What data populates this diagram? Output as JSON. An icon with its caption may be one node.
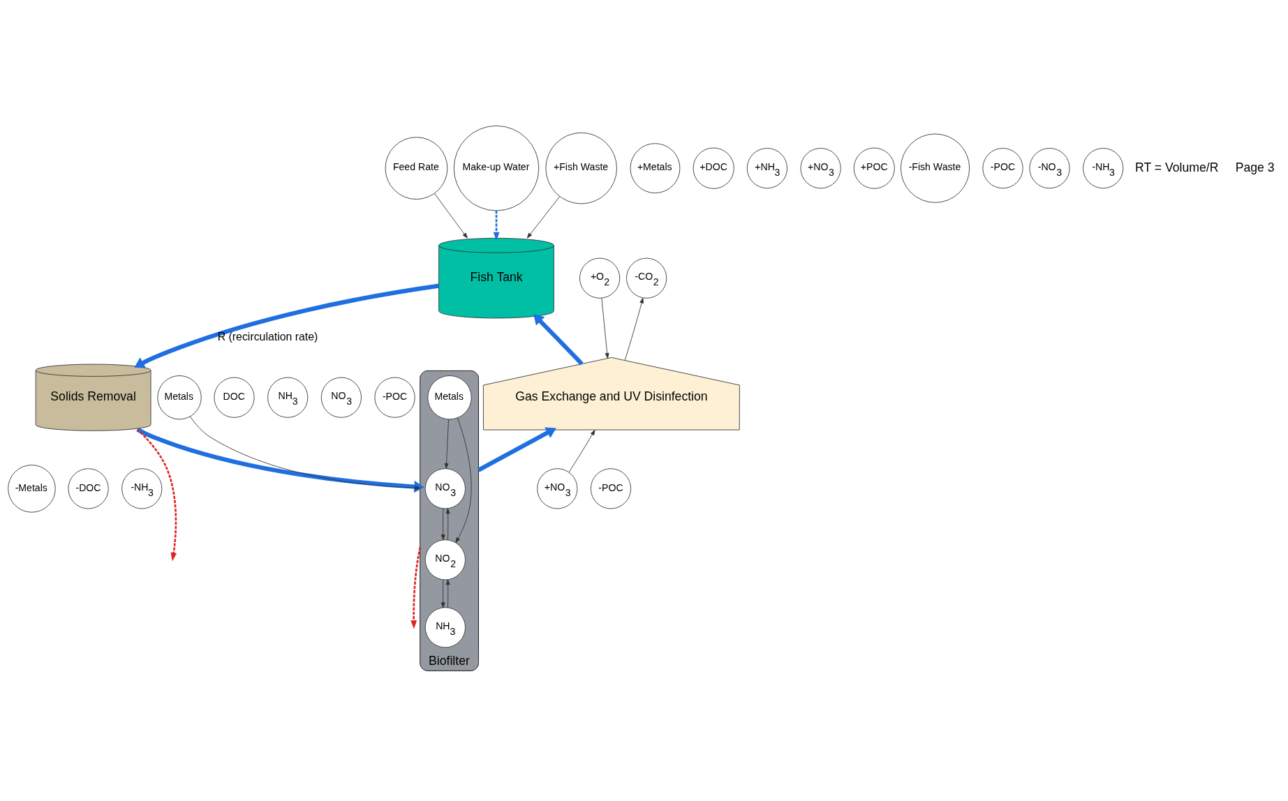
{
  "diagram": {
    "nodes": [
      {
        "text": [
          "Feed Rate"
        ]
      },
      {
        "text": [
          "Make-up Water"
        ]
      },
      {
        "text": [
          "Fish Tank"
        ]
      },
      {
        "text": [
          "+Fish Waste"
        ]
      },
      {
        "text": [
          "+Metals"
        ]
      },
      {
        "text": [
          "+DOC"
        ]
      },
      {
        "text": [
          "+NH$_{3}$"
        ]
      },
      {
        "text": [
          "+NO$_{3}$"
        ]
      },
      {
        "text": [
          "+POC"
        ]
      },
      {
        "text": [
          "+O$_{2}$"
        ]
      },
      {
        "text": [
          "-CO$_{2}$"
        ]
      },
      {
        "text": [
          "Gas Exchange and UV Disinfection"
        ]
      },
      {
        "text": [
          "Solids Removal"
        ]
      },
      {
        "text": [
          "-Fish Waste"
        ]
      },
      {
        "text": [
          "-POC"
        ]
      },
      {
        "text": [
          "-NO$_{3}$"
        ]
      },
      {
        "text": [
          "-NH$_{3}$"
        ]
      },
      {
        "text": [
          "Biofilter"
        ]
      },
      {
        "text": [
          "NO$_{3}$"
        ],
        "in": 17
      },
      {
        "text": [
          "NO$_{2}$"
        ],
        "in": 17
      },
      {
        "text": [
          "Metals"
        ],
        "in": 17
      },
      {
        "text": [
          "NH$_{3}$"
        ],
        "in": 17
      },
      {
        "text": [
          "Metals"
        ]
      },
      {
        "text": [
          "DOC"
        ]
      },
      {
        "text": [
          "NH$_{3}$"
        ]
      },
      {
        "text": [
          "NO$_{3}$"
        ]
      },
      {
        "text": [
          "-POC"
        ]
      },
      {
        "text": [
          "-Metals"
        ]
      },
      {
        "text": [
          "-DOC"
        ]
      },
      {
        "text": [
          "-NH$_{3}$"
        ]
      },
      {
        "text": [
          "+NO$_{3}$"
        ]
      },
      {
        "text": [
          "-POC"
        ]
      }
    ],
    "edges": [
      {
        "from": 0,
        "to": 2,
        "arrow": "to"
      },
      {
        "from": 1,
        "to": 2,
        "arrow": "to",
        "style": "dashed",
        "color": "#1f6fe0"
      },
      {
        "from": 3,
        "to": 2,
        "arrow": "to"
      },
      {
        "from": 11,
        "to": 2,
        "arrow": "to",
        "style": "thick",
        "color": "#1f6fe0"
      },
      {
        "from": 2,
        "to": 12,
        "arrow": "to",
        "label": "R (recirculation rate)",
        "style": "thick",
        "color": "#1f6fe0"
      },
      {
        "from": 12,
        "to": null,
        "arrow": "to",
        "style": "dashed",
        "color": "#e02424"
      },
      {
        "from": 12,
        "to": 17,
        "arrow": "to",
        "style": "thick",
        "color": "#1f6fe0"
      },
      {
        "from": 22,
        "to": 17,
        "arrow": "to"
      },
      {
        "from": 17,
        "to": 11,
        "arrow": "to",
        "style": "thick",
        "color": "#1f6fe0"
      },
      {
        "from": 30,
        "to": 11,
        "arrow": "to"
      },
      {
        "from": 17,
        "to": null,
        "arrow": "to",
        "style": "dashed",
        "color": "#e02424"
      },
      {
        "from": 9,
        "to": 11,
        "arrow": "to"
      },
      {
        "from": 11,
        "to": 10,
        "arrow": "to"
      },
      {
        "from": 18,
        "to": 19,
        "arrow": "to"
      },
      {
        "from": 19,
        "to": 18,
        "arrow": "to"
      },
      {
        "from": 19,
        "to": 21,
        "arrow": "to"
      },
      {
        "from": 21,
        "to": 19,
        "arrow": "to"
      },
      {
        "from": 20,
        "to": 18,
        "arrow": "to"
      },
      {
        "from": 20,
        "to": 19,
        "arrow": "to"
      }
    ],
    "labels": [
      "RT = Volume/R",
      "Page 3"
    ]
  }
}
